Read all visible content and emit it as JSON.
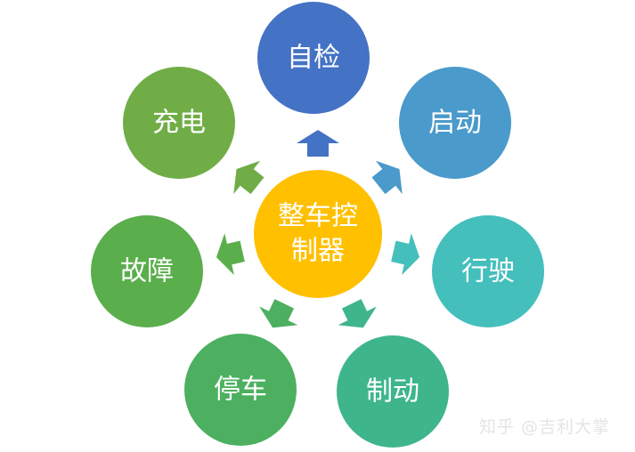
{
  "center": {
    "line1": "整车控",
    "line2": "制器",
    "color": "#ffc000"
  },
  "nodes": [
    {
      "label": "自检",
      "color": "#4472c4"
    },
    {
      "label": "启动",
      "color": "#4a9acb"
    },
    {
      "label": "行驶",
      "color": "#45bfbc"
    },
    {
      "label": "制动",
      "color": "#3fb58c"
    },
    {
      "label": "停车",
      "color": "#4cb060"
    },
    {
      "label": "故障",
      "color": "#5aae4c"
    },
    {
      "label": "充电",
      "color": "#70ad47"
    }
  ],
  "watermark": "知乎 @吉利大掌"
}
